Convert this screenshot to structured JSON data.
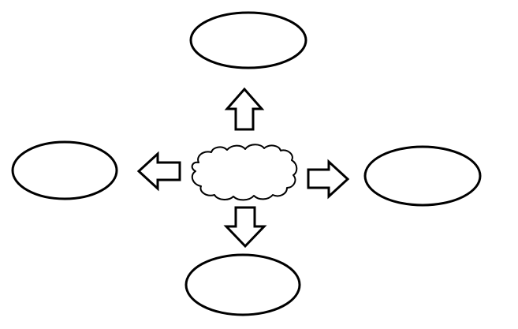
{
  "diagram": {
    "type": "bubble map",
    "center": {
      "shape": "cloud",
      "text": ""
    },
    "nodes": [
      {
        "position": "top",
        "shape": "ellipse",
        "text": ""
      },
      {
        "position": "left",
        "shape": "ellipse",
        "text": ""
      },
      {
        "position": "right",
        "shape": "ellipse",
        "text": ""
      },
      {
        "position": "bottom",
        "shape": "ellipse",
        "text": ""
      }
    ],
    "connectors": [
      {
        "from": "center",
        "to": "top",
        "style": "block-arrow"
      },
      {
        "from": "center",
        "to": "left",
        "style": "block-arrow"
      },
      {
        "from": "center",
        "to": "right",
        "style": "block-arrow"
      },
      {
        "from": "center",
        "to": "bottom",
        "style": "block-arrow"
      }
    ],
    "colors": {
      "stroke": "#000000",
      "fill": "#ffffff",
      "background": "#ffffff"
    }
  }
}
